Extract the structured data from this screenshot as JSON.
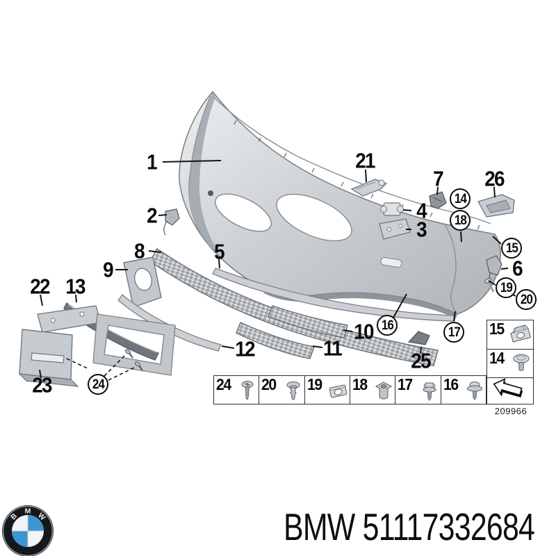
{
  "diagram": {
    "drawing_number": "209966",
    "plain_callouts": [
      "1",
      "2",
      "21",
      "7",
      "26",
      "4",
      "3",
      "8",
      "9",
      "5",
      "22",
      "13",
      "23",
      "12",
      "11",
      "10",
      "25",
      "6"
    ],
    "circled_callouts": [
      "14",
      "18",
      "15",
      "16",
      "17",
      "19",
      "20",
      "24"
    ],
    "fastener_row_labels": [
      "24",
      "20",
      "19",
      "18",
      "17",
      "16"
    ],
    "fastener_col_labels": [
      "15",
      "14"
    ],
    "icons": {
      "row": [
        "countersunk-screw-icon",
        "expansion-rivet-icon",
        "clip-nut-icon",
        "spacer-bush-icon",
        "hex-screw-icon",
        "washer-screw-icon"
      ],
      "col": [
        "speed-nut-icon",
        "pan-head-screw-icon"
      ],
      "corner": "direction-arrow-icon"
    }
  },
  "brand": {
    "logo_letters": [
      "B",
      "M",
      "W"
    ],
    "part_line": "BMW 51117332684"
  },
  "colors": {
    "background": "#ffffff",
    "line_art": "#6d7378",
    "callout_text": "#0b0b0b",
    "bmw_blue": "#3b96d2",
    "part_fill_light": "#dfe2e5",
    "part_fill_mid": "#b9bec3",
    "mesh_fill": "#9aa0a6"
  }
}
